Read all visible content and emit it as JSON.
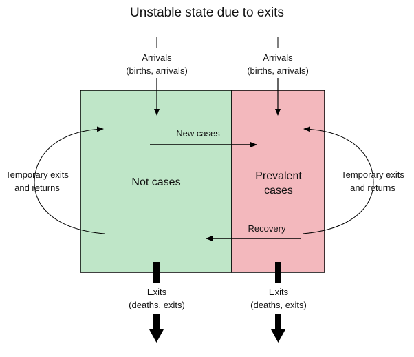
{
  "title": "Unstable state due to exits",
  "compartments": {
    "not_cases": {
      "label": "Not cases",
      "color": "#bfe6c8"
    },
    "prevalent": {
      "label_line1": "Prevalent",
      "label_line2": "cases",
      "color": "#f3b8bd"
    }
  },
  "arrivals": {
    "line1": "Arrivals",
    "line2": "(births, arrivals)"
  },
  "exits": {
    "line1": "Exits",
    "line2": "(deaths, exits)"
  },
  "temporary": {
    "line1": "Temporary exits",
    "line2": "and returns"
  },
  "flows": {
    "new_cases": "New cases",
    "recovery": "Recovery"
  }
}
